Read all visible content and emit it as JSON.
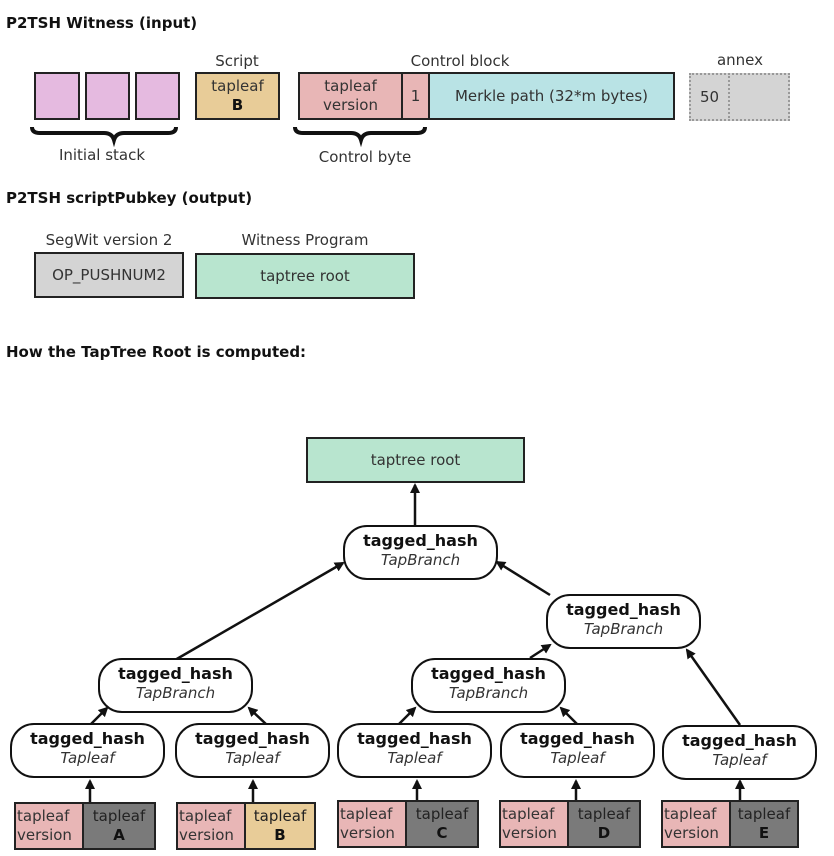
{
  "witness": {
    "title": "P2TSH Witness (input)",
    "initial_stack_label": "Initial stack",
    "script_label": "Script",
    "script_box": {
      "line1": "tapleaf",
      "line2": "B"
    },
    "control_block_label": "Control block",
    "control_byte_label": "Control byte",
    "tapleaf_version": {
      "line1": "tapleaf",
      "line2": "version"
    },
    "parity_bit": "1",
    "merkle_path": "Merkle path (32*m bytes)",
    "annex_label": "annex",
    "annex_prefix": "50"
  },
  "scriptpubkey": {
    "title": "P2TSH scriptPubkey (output)",
    "segwit_label": "SegWit version 2",
    "opcode": "OP_PUSHNUM2",
    "program_label": "Witness Program",
    "program_value": "taptree root"
  },
  "tree": {
    "title": "How the TapTree Root is computed:",
    "root": "taptree root",
    "hash_fn": "tagged_hash",
    "branch_tag": "TapBranch",
    "leaf_tag": "Tapleaf",
    "leaves": [
      {
        "version": [
          "tapleaf",
          "version"
        ],
        "script": "tapleaf",
        "name": "A"
      },
      {
        "version": [
          "tapleaf",
          "version"
        ],
        "script": "tapleaf",
        "name": "B"
      },
      {
        "version": [
          "tapleaf",
          "version"
        ],
        "script": "tapleaf",
        "name": "C"
      },
      {
        "version": [
          "tapleaf",
          "version"
        ],
        "script": "tapleaf",
        "name": "D"
      },
      {
        "version": [
          "tapleaf",
          "version"
        ],
        "script": "tapleaf",
        "name": "E"
      }
    ]
  }
}
